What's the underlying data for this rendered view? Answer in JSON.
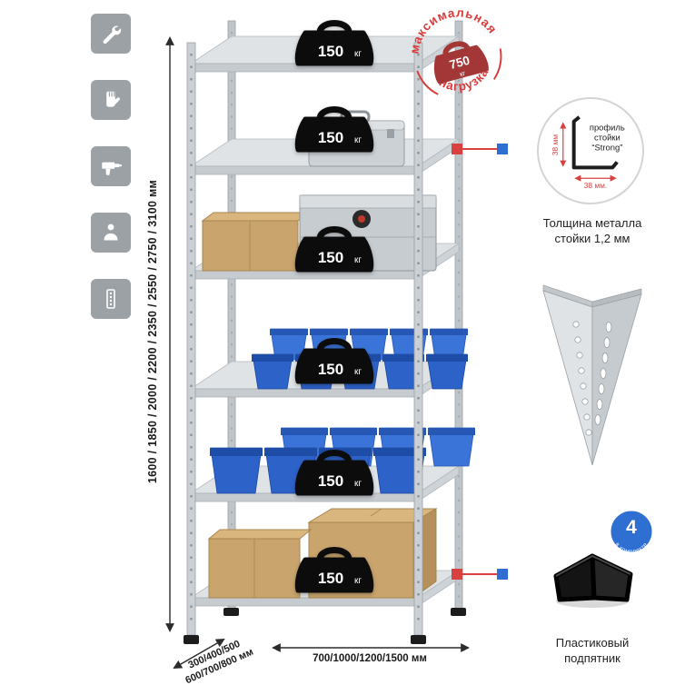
{
  "stamp": {
    "arc_top": "максимальная",
    "arc_bottom": "нагрузка",
    "value": "750",
    "unit": "кг"
  },
  "shelf_badge": {
    "value": "150",
    "unit": "кг"
  },
  "dims": {
    "height": "1600 / 1850 / 2000 / 2200 / 2350 / 2550 / 2750 / 3100 мм",
    "depth_line1": "300/400/500",
    "depth_line2": "600/700/800 мм",
    "width": "700/1000/1200/1500 мм"
  },
  "profile_callout": {
    "label_line1": "профиль",
    "label_line2": "стойки",
    "label_line3": "“Strong”",
    "dim_vertical": "38 мм",
    "dim_horizontal": "38 мм.",
    "caption_line1": "Толщина металла",
    "caption_line2": "стойки 1,2 мм"
  },
  "foot_callout": {
    "badge_number": "4",
    "badge_text": "в комплекте",
    "caption_line1": "Пластиковый",
    "caption_line2": "подпятник"
  },
  "icons": {
    "icon1": "wrench-icon",
    "icon2": "glove-icon",
    "icon3": "drill-icon",
    "icon4": "person-icon",
    "icon5": "rack-post-icon"
  },
  "colors": {
    "accent_red": "#d94141",
    "accent_blue": "#2f6fd2",
    "icon_gray": "#9ba1a5",
    "bin_blue": "#2d62c9",
    "metal_gray": "#cfd4d8",
    "cardboard": "#c9a46d"
  }
}
